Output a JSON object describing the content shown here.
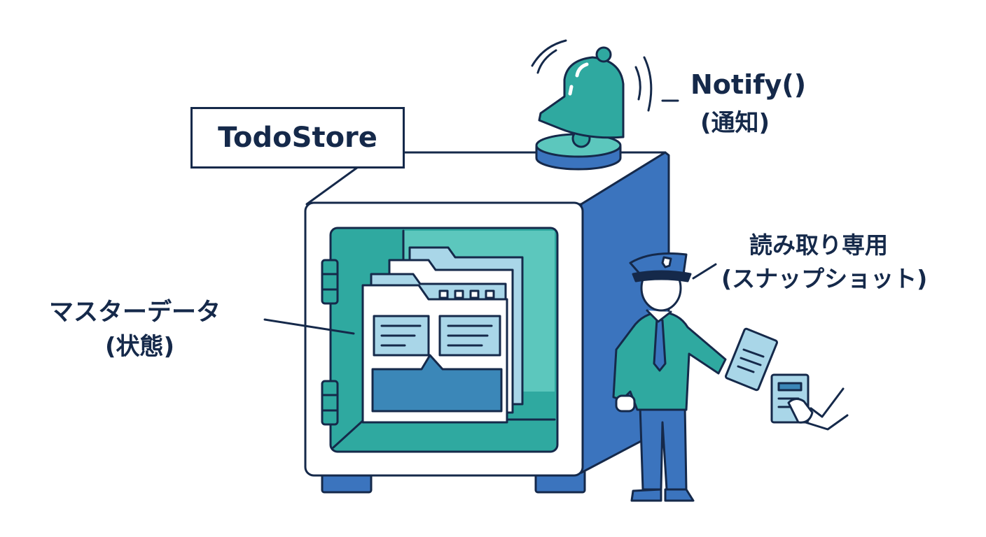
{
  "colors": {
    "outline": "#15294a",
    "teal": "#2fa9a0",
    "teal_light": "#5cc7bd",
    "blue": "#3b74be",
    "blue_light": "#a9d6e8",
    "paper": "#ffffff"
  },
  "labels": {
    "store_name": "TodoStore",
    "notify_method": "Notify()",
    "notify_caption": "(通知)",
    "master_data": "マスターデータ",
    "master_data_caption": "(状態)",
    "readonly": "読み取り専用",
    "readonly_caption": "(スナップショット)"
  },
  "icons": {
    "bell": "bell-icon",
    "safe": "safe-icon",
    "folders": "folder-stack-icon",
    "guard": "security-guard-icon",
    "snapshot": "snapshot-document-icon",
    "check": "checkmark-icon"
  }
}
